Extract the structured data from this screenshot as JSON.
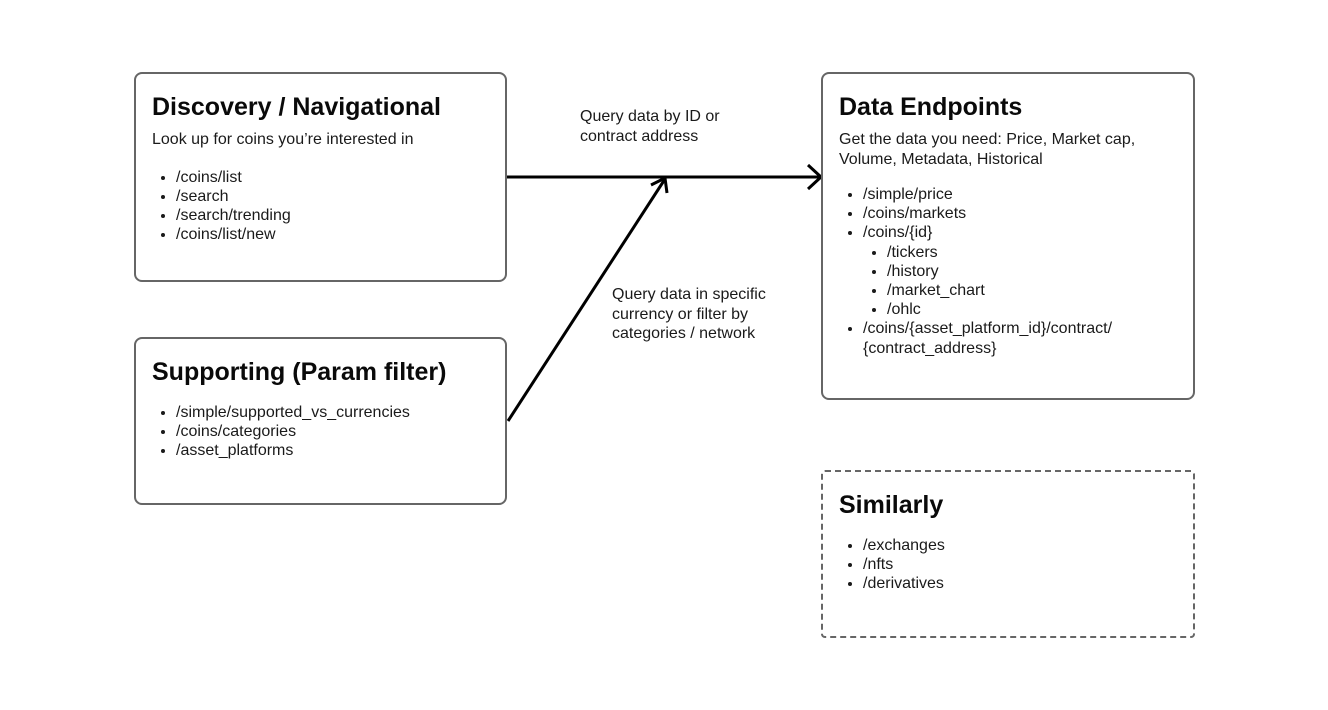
{
  "discovery": {
    "title": "Discovery / Navigational",
    "description": "Look up for coins you’re interested in",
    "items": [
      "/coins/list",
      "/search",
      "/search/trending",
      "/coins/list/new"
    ]
  },
  "supporting": {
    "title": "Supporting (Param filter)",
    "items": [
      "/simple/supported_vs_currencies",
      "/coins/categories",
      "/asset_platforms"
    ]
  },
  "data_endpoints": {
    "title": "Data Endpoints",
    "description": "Get the data you need: Price, Market cap,\nVolume, Metadata, Historical",
    "items": [
      "/simple/price",
      "/coins/markets",
      "/coins/{id}"
    ],
    "sub_items": [
      "/tickers",
      "/history",
      "/market_chart",
      "/ohlc"
    ],
    "last_item": "/coins/{asset_platform_id}/contract/\n{contract_address}"
  },
  "similarly": {
    "title": "Similarly",
    "items": [
      "/exchanges",
      "/nfts",
      "/derivatives"
    ]
  },
  "edges": {
    "top_label": "Query data by ID or\ncontract address",
    "bottom_label": "Query data in specific\ncurrency or filter by\ncategories / network"
  }
}
